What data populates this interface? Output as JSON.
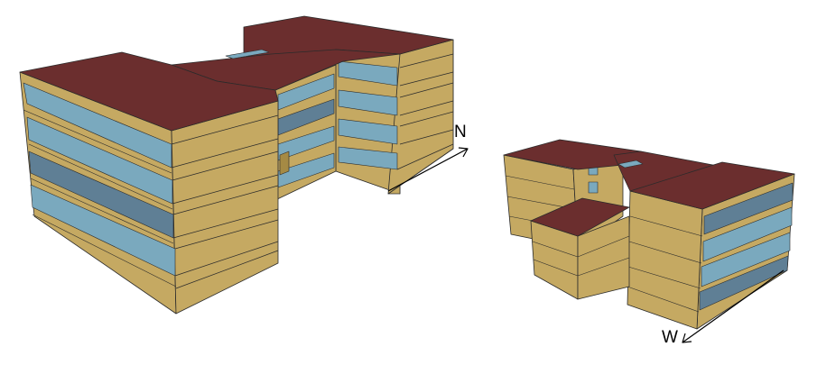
{
  "views": [
    {
      "id": "view-north",
      "direction_label": "N"
    },
    {
      "id": "view-west",
      "direction_label": "W"
    }
  ],
  "colors": {
    "roof": "#6b2e2e",
    "wall": "#c5a962",
    "glass": "#7aa9be",
    "glass_dark": "#5f7f95",
    "edge": "#2b2b2b"
  }
}
